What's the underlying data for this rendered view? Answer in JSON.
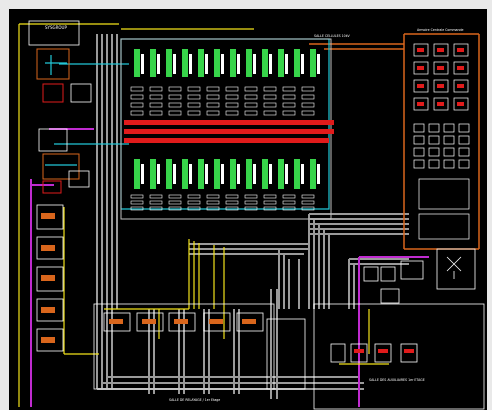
{
  "diagram": {
    "labels": {
      "top_left": "SYSGROUP",
      "top_center": "SALLE CELLULES 10kV",
      "top_right": "Armoire Centrale Commande",
      "bottom_center": "SALLE DE RELAYAGE / 1er Etage",
      "bottom_right": "SALLE DES AUXILIAIRES 1er ETAGE"
    },
    "colors": {
      "background": "#000000",
      "frame": "#e9e9e9",
      "wire_gray": "#9a9a9a",
      "wire_yellow": "#f2e21a",
      "wire_cyan": "#22c7d6",
      "wire_magenta": "#c02bd0",
      "wire_red": "#e01b1b",
      "wire_green": "#37d44a",
      "wire_orange": "#d9661c"
    }
  }
}
